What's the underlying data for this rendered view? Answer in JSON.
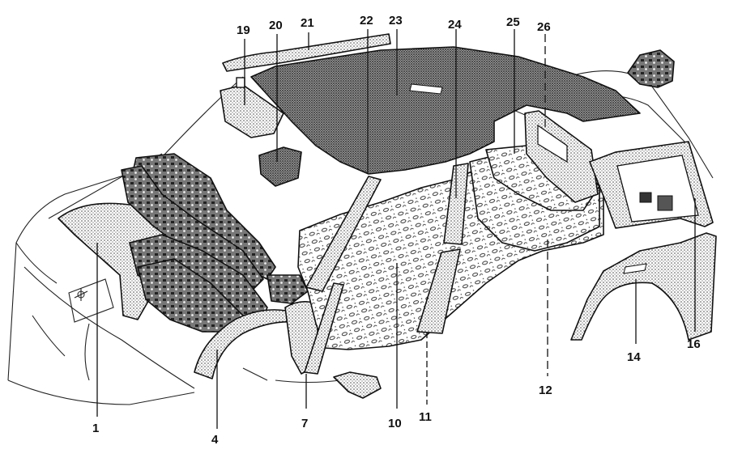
{
  "diagram": {
    "parts": [
      {
        "id": "1",
        "label": "1"
      },
      {
        "id": "4",
        "label": "4"
      },
      {
        "id": "7",
        "label": "7"
      },
      {
        "id": "10",
        "label": "10"
      },
      {
        "id": "11",
        "label": "11"
      },
      {
        "id": "12",
        "label": "12"
      },
      {
        "id": "14",
        "label": "14"
      },
      {
        "id": "16",
        "label": "16"
      },
      {
        "id": "19",
        "label": "19"
      },
      {
        "id": "20",
        "label": "20"
      },
      {
        "id": "21",
        "label": "21"
      },
      {
        "id": "22",
        "label": "22"
      },
      {
        "id": "23",
        "label": "23"
      },
      {
        "id": "24",
        "label": "24"
      },
      {
        "id": "25",
        "label": "25"
      },
      {
        "id": "26",
        "label": "26"
      }
    ]
  }
}
